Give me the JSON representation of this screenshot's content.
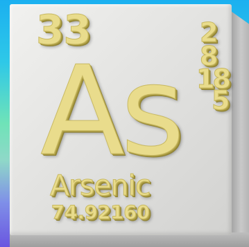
{
  "element": {
    "atomic_number": "33",
    "symbol": "As",
    "name": "Arsenic",
    "atomic_mass": "74.92160",
    "electron_shells": [
      "2",
      "8",
      "18",
      "5"
    ]
  },
  "colors": {
    "tile": "#e6e6e4",
    "lettering": "#e9dc8c",
    "background_top": "#1bb0f0",
    "background_bottom": "#6a56e0"
  }
}
